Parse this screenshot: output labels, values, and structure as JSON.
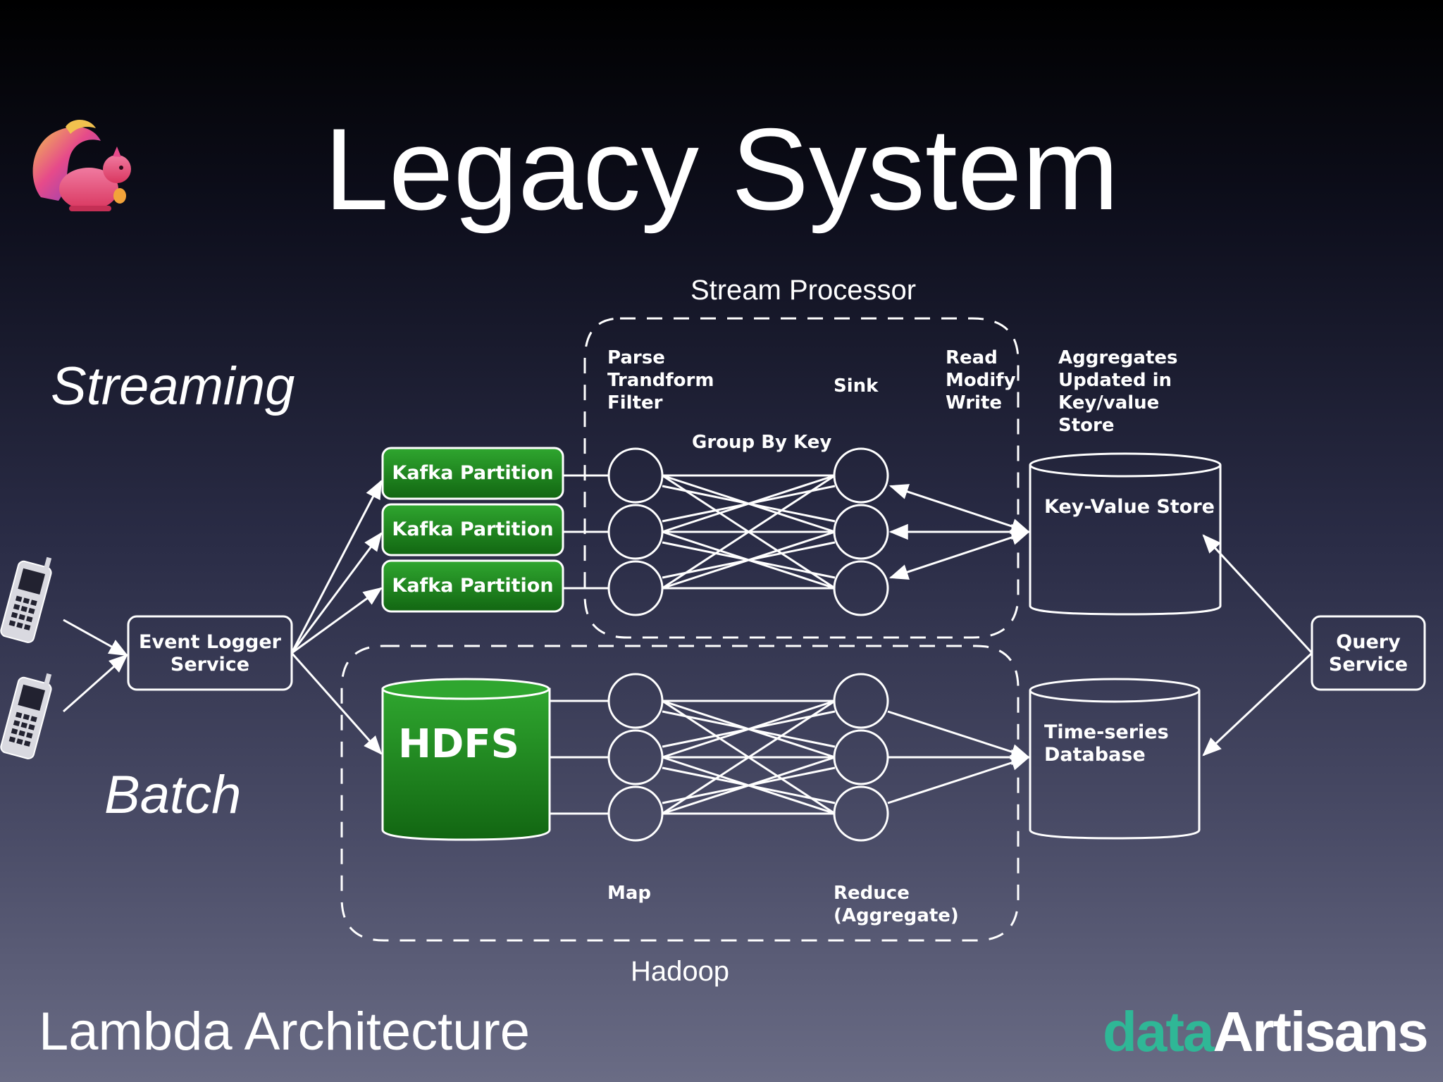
{
  "title": "Legacy System",
  "footer": "Lambda Architecture",
  "brand": {
    "part1": "data",
    "part2": "Artisans",
    "accent_color": "#2fb796"
  },
  "labels": {
    "streaming": "Streaming",
    "batch": "Batch"
  },
  "diagram": {
    "stream_processor_caption": "Stream Processor",
    "hadoop_caption": "Hadoop",
    "stage_parse": [
      "Parse",
      "Trandform",
      "Filter"
    ],
    "stage_sink": "Sink",
    "stage_rmw": [
      "Read",
      "Modify",
      "Write"
    ],
    "stage_aggregates": [
      "Aggregates",
      "Updated in",
      "Key/value",
      "Store"
    ],
    "group_by_key": "Group By Key",
    "kafka_partitions": [
      "Kafka Partition",
      "Kafka Partition",
      "Kafka Partition"
    ],
    "event_logger": [
      "Event Logger",
      "Service"
    ],
    "hdfs": "HDFS",
    "kv_store": "Key-Value Store",
    "tsdb": [
      "Time-series",
      "Database"
    ],
    "query_service": [
      "Query",
      "Service"
    ],
    "map": "Map",
    "reduce": [
      "Reduce",
      "(Aggregate)"
    ],
    "green_color": "#1f8a1f"
  }
}
